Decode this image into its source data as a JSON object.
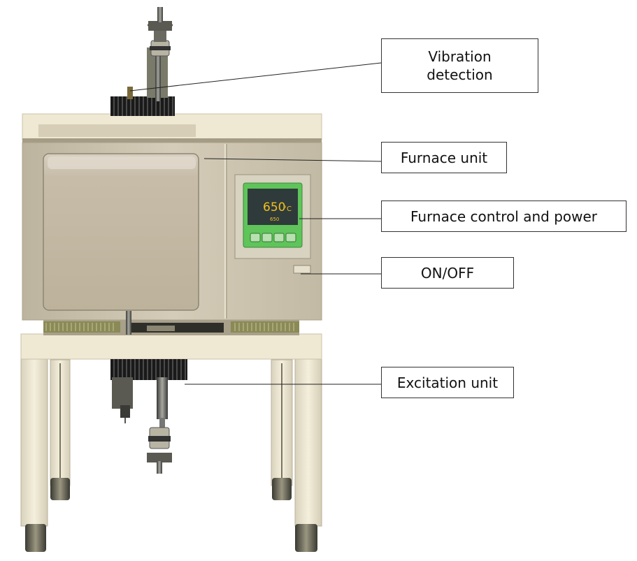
{
  "labels": {
    "vibration_detection": "Vibration detection",
    "furnace_unit": "Furnace unit",
    "furnace_control": "Furnace control and power",
    "on_off": "ON/OFF",
    "excitation_unit": "Excitation unit"
  },
  "controller_display": {
    "main_value": "650",
    "unit": "°C",
    "setpoint": "650"
  },
  "colors": {
    "furnace_body": "#c9c2ae",
    "top_plate": "#efe8d2",
    "display_green": "#5fc45a",
    "display_screen": "#2f3a3a",
    "display_text": "#f0c020",
    "leg": "#ece6d0",
    "dark_metal": "#2a2a2a"
  }
}
